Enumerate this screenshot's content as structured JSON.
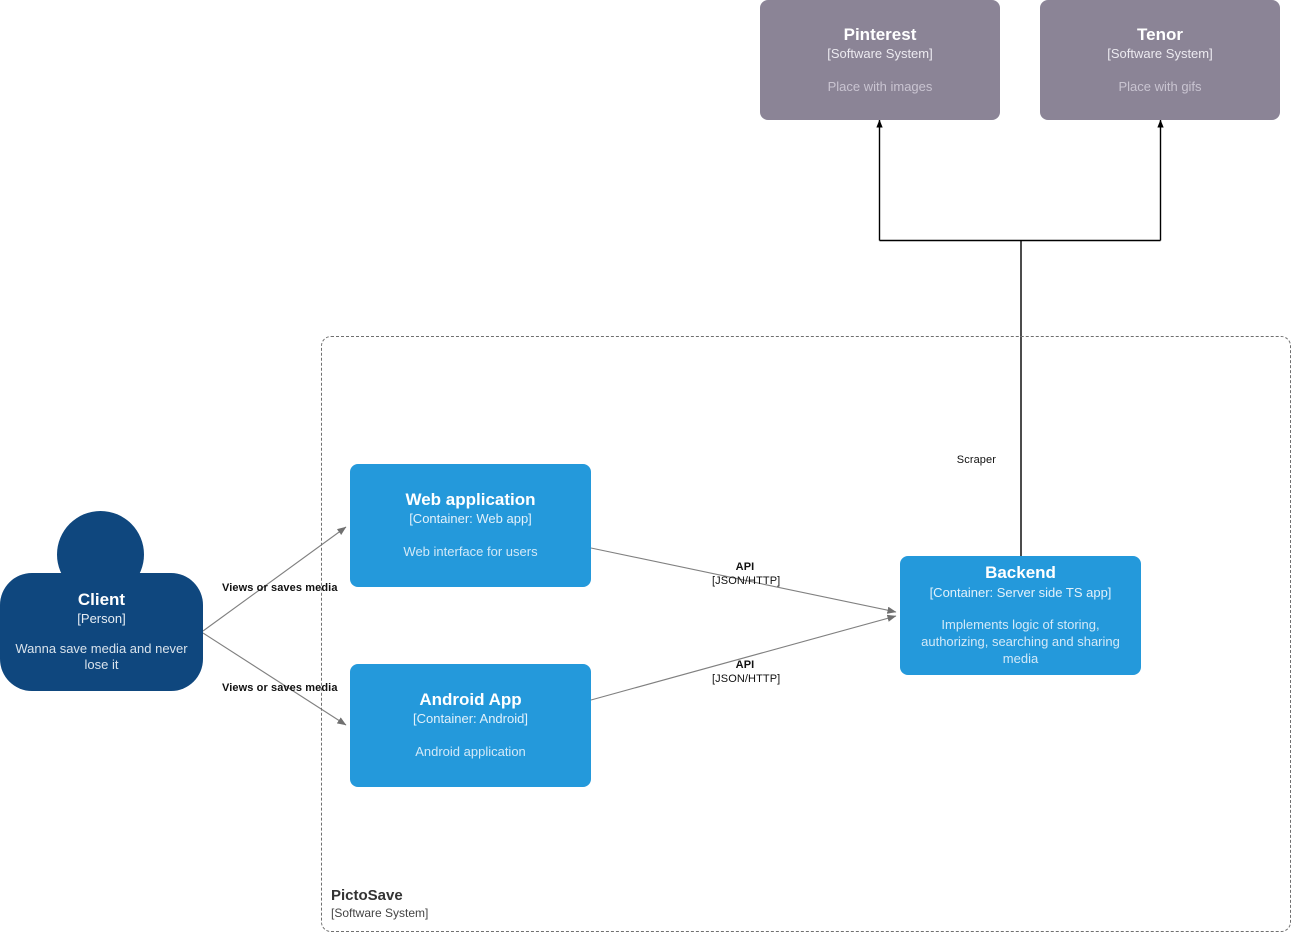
{
  "diagram": {
    "kind": "C4 Container diagram",
    "boundary": {
      "name": "PictoSave",
      "type": "[Software System]"
    }
  },
  "nodes": {
    "pinterest": {
      "title": "Pinterest",
      "type": "[Software System]",
      "description": "Place with images",
      "color": "#8b8496"
    },
    "tenor": {
      "title": "Tenor",
      "type": "[Software System]",
      "description": "Place with gifs",
      "color": "#8b8496"
    },
    "client": {
      "title": "Client",
      "type": "[Person]",
      "description": "Wanna save media and never lose it",
      "color": "#0f477e"
    },
    "web_application": {
      "title": "Web application",
      "type": "[Container: Web app]",
      "description": "Web interface for users",
      "color": "#2499db"
    },
    "android_app": {
      "title": "Android App",
      "type": "[Container: Android]",
      "description": "Android application",
      "color": "#2499db"
    },
    "backend": {
      "title": "Backend",
      "type": "[Container: Server side TS app]",
      "description": "Implements logic of storing, authorizing, searching and sharing media",
      "color": "#2499db"
    }
  },
  "edges": {
    "client_to_web": {
      "label": "Views or saves media"
    },
    "client_to_android": {
      "label": "Views or saves media"
    },
    "web_to_backend": {
      "label": "API",
      "technology": "[JSON/HTTP]"
    },
    "android_to_backend": {
      "label": "API",
      "technology": "[JSON/HTTP]"
    },
    "backend_to_externals": {
      "label": "Scraper"
    }
  }
}
